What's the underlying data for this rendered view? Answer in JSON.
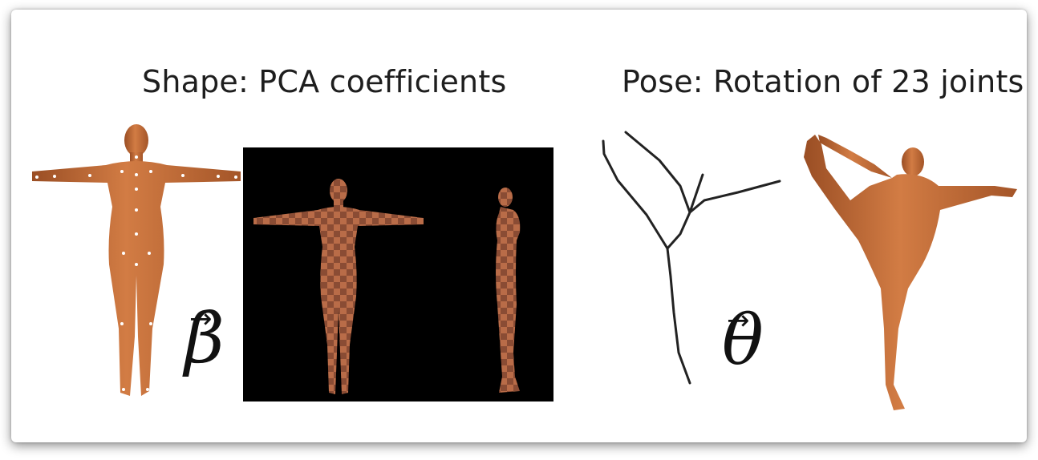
{
  "shape": {
    "heading": "Shape: PCA coefficients",
    "symbol": "β",
    "arrow": "→"
  },
  "pose": {
    "heading": "Pose: Rotation of 23 joints",
    "symbol": "θ",
    "arrow": "→"
  },
  "colors": {
    "skin": "#c8703a",
    "skin_shadow": "#8a4420",
    "panel_background": "#000000",
    "skeleton": "#222222",
    "joint_marker": "#ffffff"
  }
}
